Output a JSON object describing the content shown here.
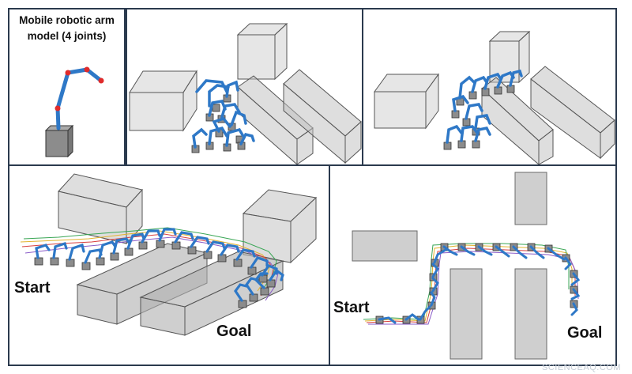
{
  "panels": {
    "model": {
      "title": "Mobile robotic arm model (4 joints)"
    },
    "bottom_left": {
      "start_label": "Start",
      "goal_label": "Goal"
    },
    "bottom_right": {
      "start_label": "Start",
      "goal_label": "Goal"
    }
  },
  "watermark": "SCIENCEAQ.COM",
  "colors": {
    "frame": "#2b3a4e",
    "arm": "#2e78c7",
    "joint": "#e02b2b",
    "base": "#888888",
    "obstacle_fill": "#d4d4d4",
    "obstacle_edge": "#555555"
  }
}
